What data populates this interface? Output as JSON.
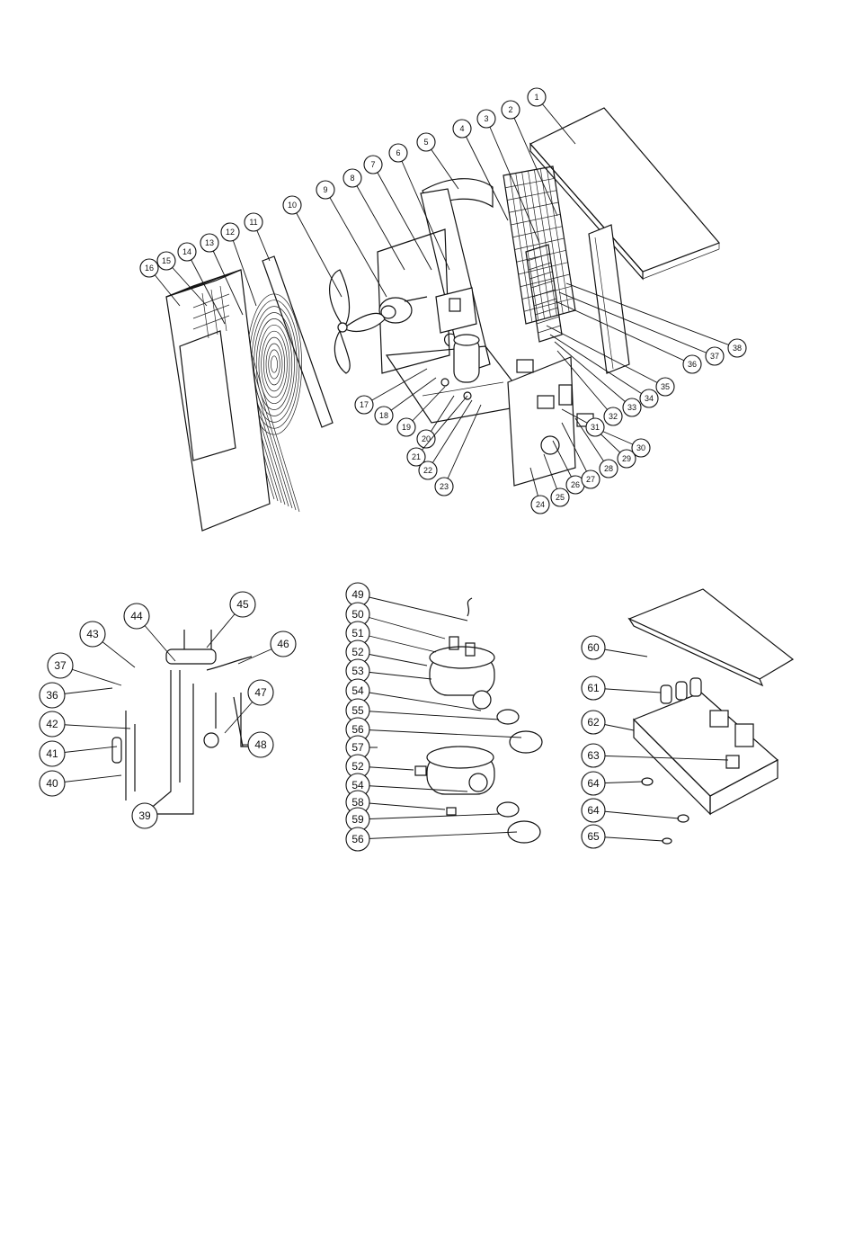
{
  "diagram": {
    "top_callouts": [
      "1",
      "2",
      "3",
      "4",
      "5",
      "6",
      "7",
      "8",
      "9",
      "10",
      "11",
      "12",
      "13",
      "14",
      "15",
      "16",
      "17",
      "18",
      "19",
      "20",
      "21",
      "22",
      "23",
      "24",
      "25",
      "26",
      "27",
      "28",
      "29",
      "30",
      "31",
      "32",
      "33",
      "34",
      "35",
      "36",
      "37",
      "38"
    ],
    "refrigeration_callouts": [
      "36",
      "37",
      "39",
      "40",
      "41",
      "42",
      "43",
      "44",
      "45",
      "46",
      "47",
      "48"
    ],
    "exchanger_callouts": [
      "49",
      "50",
      "51",
      "52",
      "53",
      "54",
      "55",
      "56",
      "57",
      "52",
      "54",
      "58",
      "59",
      "56"
    ],
    "control_box_callouts": [
      "60",
      "61",
      "62",
      "63",
      "64",
      "64",
      "65"
    ]
  }
}
